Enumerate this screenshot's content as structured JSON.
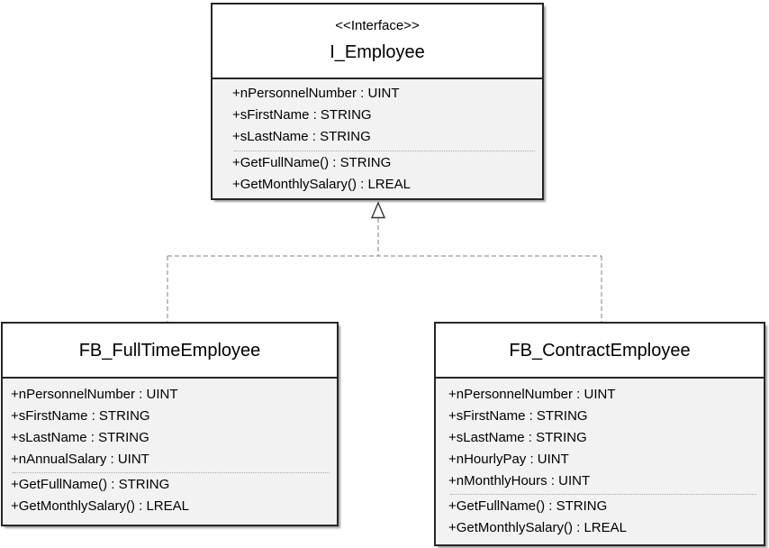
{
  "diagram": {
    "interface": {
      "stereotype": "<<Interface>>",
      "name": "I_Employee",
      "attributes": [
        "+nPersonnelNumber : UINT",
        "+sFirstName : STRING",
        "+sLastName : STRING"
      ],
      "methods": [
        "+GetFullName() : STRING",
        "+GetMonthlySalary() : LREAL"
      ]
    },
    "classes": [
      {
        "name": "FB_FullTimeEmployee",
        "attributes": [
          "+nPersonnelNumber : UINT",
          "+sFirstName : STRING",
          "+sLastName : STRING",
          "+nAnnualSalary : UINT"
        ],
        "methods": [
          "+GetFullName() : STRING",
          "+GetMonthlySalary() : LREAL"
        ]
      },
      {
        "name": "FB_ContractEmployee",
        "attributes": [
          "+nPersonnelNumber : UINT",
          "+sFirstName : STRING",
          "+sLastName : STRING",
          "+nHourlyPay : UINT",
          "+nMonthlyHours : UINT"
        ],
        "methods": [
          "+GetFullName() : STRING",
          "+GetMonthlySalary() : LREAL"
        ]
      }
    ],
    "relationships": [
      {
        "type": "realization",
        "from": "FB_FullTimeEmployee",
        "to": "I_Employee"
      },
      {
        "type": "realization",
        "from": "FB_ContractEmployee",
        "to": "I_Employee"
      }
    ],
    "colors": {
      "box_border": "#262626",
      "header_fill": "#ffffff",
      "compartment_fill": "#f2f2f2",
      "connector": "#808080",
      "separator": "#a8a8a8",
      "text": "#000000"
    }
  }
}
